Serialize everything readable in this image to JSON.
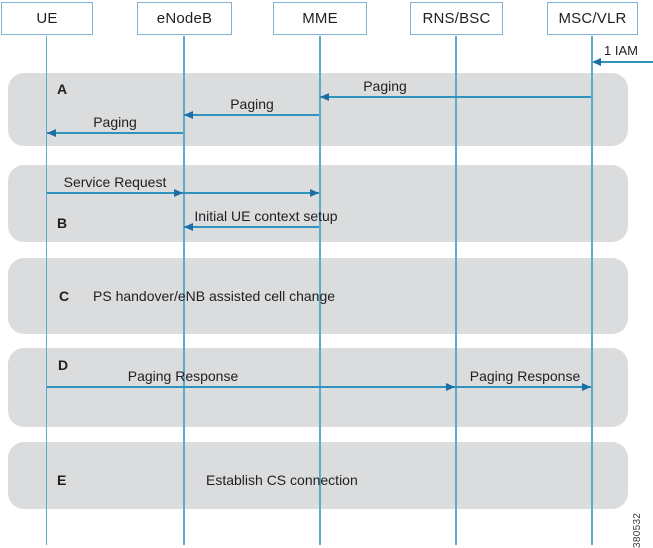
{
  "diagram_type": "signaling-sequence",
  "actors": [
    {
      "label": "UE"
    },
    {
      "label": "eNodeB"
    },
    {
      "label": "MME"
    },
    {
      "label": "RNS/BSC"
    },
    {
      "label": "MSC/VLR"
    }
  ],
  "pre_message": {
    "label": "1 IAM",
    "to": "MSC/VLR",
    "from": "external"
  },
  "bands": [
    {
      "letter": "A",
      "messages": [
        {
          "label": "Paging",
          "from": "MSC/VLR",
          "to": "MME"
        },
        {
          "label": "Paging",
          "from": "MME",
          "to": "eNodeB"
        },
        {
          "label": "Paging",
          "from": "eNodeB",
          "to": "UE"
        }
      ]
    },
    {
      "letter": "B",
      "messages": [
        {
          "label": "Service Request",
          "from": "UE",
          "to": "MME"
        },
        {
          "label": "Initial UE context setup",
          "from": "MME",
          "to": "eNodeB"
        }
      ]
    },
    {
      "letter": "C",
      "note": "PS handover/eNB assisted cell change"
    },
    {
      "letter": "D",
      "messages": [
        {
          "label": "Paging Response",
          "from": "UE",
          "to": "RNS/BSC"
        },
        {
          "label": "Paging Response",
          "from": "RNS/BSC",
          "to": "MSC/VLR"
        }
      ]
    },
    {
      "letter": "E",
      "note": "Establish CS connection"
    }
  ],
  "figure_id": "380532",
  "colors": {
    "band_fill": "#dbdcdd",
    "message_line": "#2e94bd",
    "arrowhead": "#1d6fa3",
    "lifeline": "#5fa9c9",
    "actor_border": "#7fb5cf",
    "text": "#1f1f1f"
  }
}
